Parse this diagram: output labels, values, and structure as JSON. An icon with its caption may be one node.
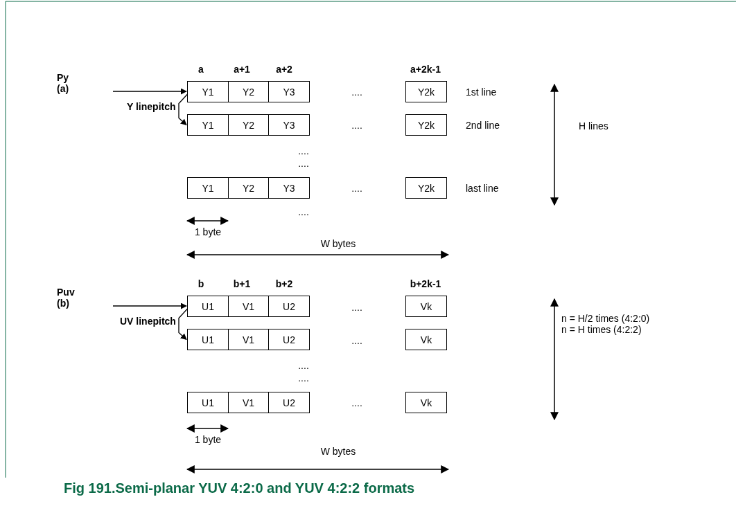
{
  "diagram": {
    "caption": "Fig 191.Semi-planar YUV 4:2:0 and YUV 4:2:2 formats",
    "nodes": [
      {
        "text": [
          "Py (a)"
        ]
      },
      {
        "text": [
          "Y1"
        ]
      },
      {
        "text": [
          "Y2"
        ]
      },
      {
        "text": [
          "Y3"
        ]
      },
      {
        "text": [
          "Y2k"
        ]
      },
      {
        "text": [
          "Y1"
        ]
      },
      {
        "text": [
          "Y2"
        ]
      },
      {
        "text": [
          "Y3"
        ]
      },
      {
        "text": [
          "Y2k"
        ]
      },
      {
        "text": [
          "Y1"
        ]
      },
      {
        "text": [
          "Y2"
        ]
      },
      {
        "text": [
          "Y3"
        ]
      },
      {
        "text": [
          "Y2k"
        ]
      },
      {
        "text": [
          "Puv (b)"
        ]
      },
      {
        "text": [
          "U1"
        ]
      },
      {
        "text": [
          "V1"
        ]
      },
      {
        "text": [
          "U2"
        ]
      },
      {
        "text": [
          "Vk"
        ]
      },
      {
        "text": [
          "U1"
        ]
      },
      {
        "text": [
          "V1"
        ]
      },
      {
        "text": [
          "U2"
        ]
      },
      {
        "text": [
          "Vk"
        ]
      },
      {
        "text": [
          "U1"
        ]
      },
      {
        "text": [
          "V1"
        ]
      },
      {
        "text": [
          "U2"
        ]
      },
      {
        "text": [
          "Vk"
        ]
      }
    ],
    "edges": [
      {
        "from": 0,
        "to": 1,
        "arrow": "to"
      },
      {
        "from": 1,
        "to": 5,
        "arrow": "to",
        "label": "Y linepitch"
      },
      {
        "from": 13,
        "to": 14,
        "arrow": "to"
      },
      {
        "from": 14,
        "to": 18,
        "arrow": "to",
        "label": "UV linepitch"
      }
    ],
    "labels": [
      "a",
      "a+1",
      "a+2",
      "a+2k-1",
      "....",
      "1st line",
      "....",
      "2nd line",
      "H lines",
      "....",
      "....",
      "....",
      "last line",
      "....",
      "1 byte",
      "W bytes",
      "b",
      "b+1",
      "b+2",
      "b+2k-1",
      "....",
      "....",
      "n = H/2 times (4:2:0)",
      "n = H times (4:2:2)",
      "....",
      "....",
      "....",
      "1 byte",
      "W bytes"
    ]
  }
}
